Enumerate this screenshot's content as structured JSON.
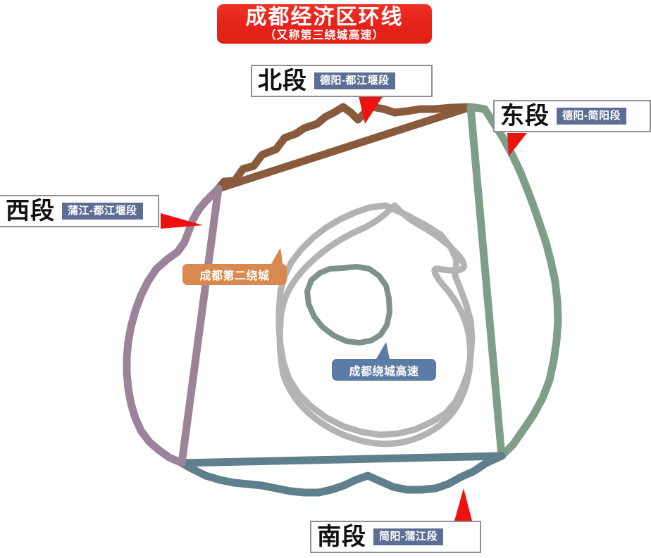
{
  "title": {
    "main": "成都经济区环线",
    "sub": "（又称第三绕城高速）",
    "background_color": "#e8241c"
  },
  "callouts": [
    {
      "id": "north",
      "name": "北段",
      "range": "德阳-都江堰段",
      "badge_color": "#5c6e94",
      "arrow_direction": "down",
      "arrow_color": "#ee1111"
    },
    {
      "id": "east",
      "name": "东段",
      "range": "德阳-简阳段",
      "badge_color": "#5c6e94",
      "arrow_direction": "down-left",
      "arrow_color": "#ee1111"
    },
    {
      "id": "west",
      "name": "西段",
      "range": "蒲江-都江堰段",
      "badge_color": "#5c6e94",
      "arrow_direction": "right",
      "arrow_color": "#ee1111"
    },
    {
      "id": "south",
      "name": "南段",
      "range": "简阳-蒲江段",
      "badge_color": "#5c6e94",
      "arrow_direction": "up",
      "arrow_color": "#ee1111"
    }
  ],
  "tags": [
    {
      "id": "second-ring",
      "label": "成都第二绕城",
      "color": "#d9884f"
    },
    {
      "id": "inner-ring",
      "label": "成都绕城高速",
      "color": "#5c7ba6"
    }
  ],
  "ring_segments": {
    "north_color": "#8a5a3c",
    "east_color": "#7f9e87",
    "south_color": "#5f7f8c",
    "west_color": "#9b8499",
    "second_ring_color": "#b3b3b3",
    "inner_ring_color": "#7e918c"
  }
}
